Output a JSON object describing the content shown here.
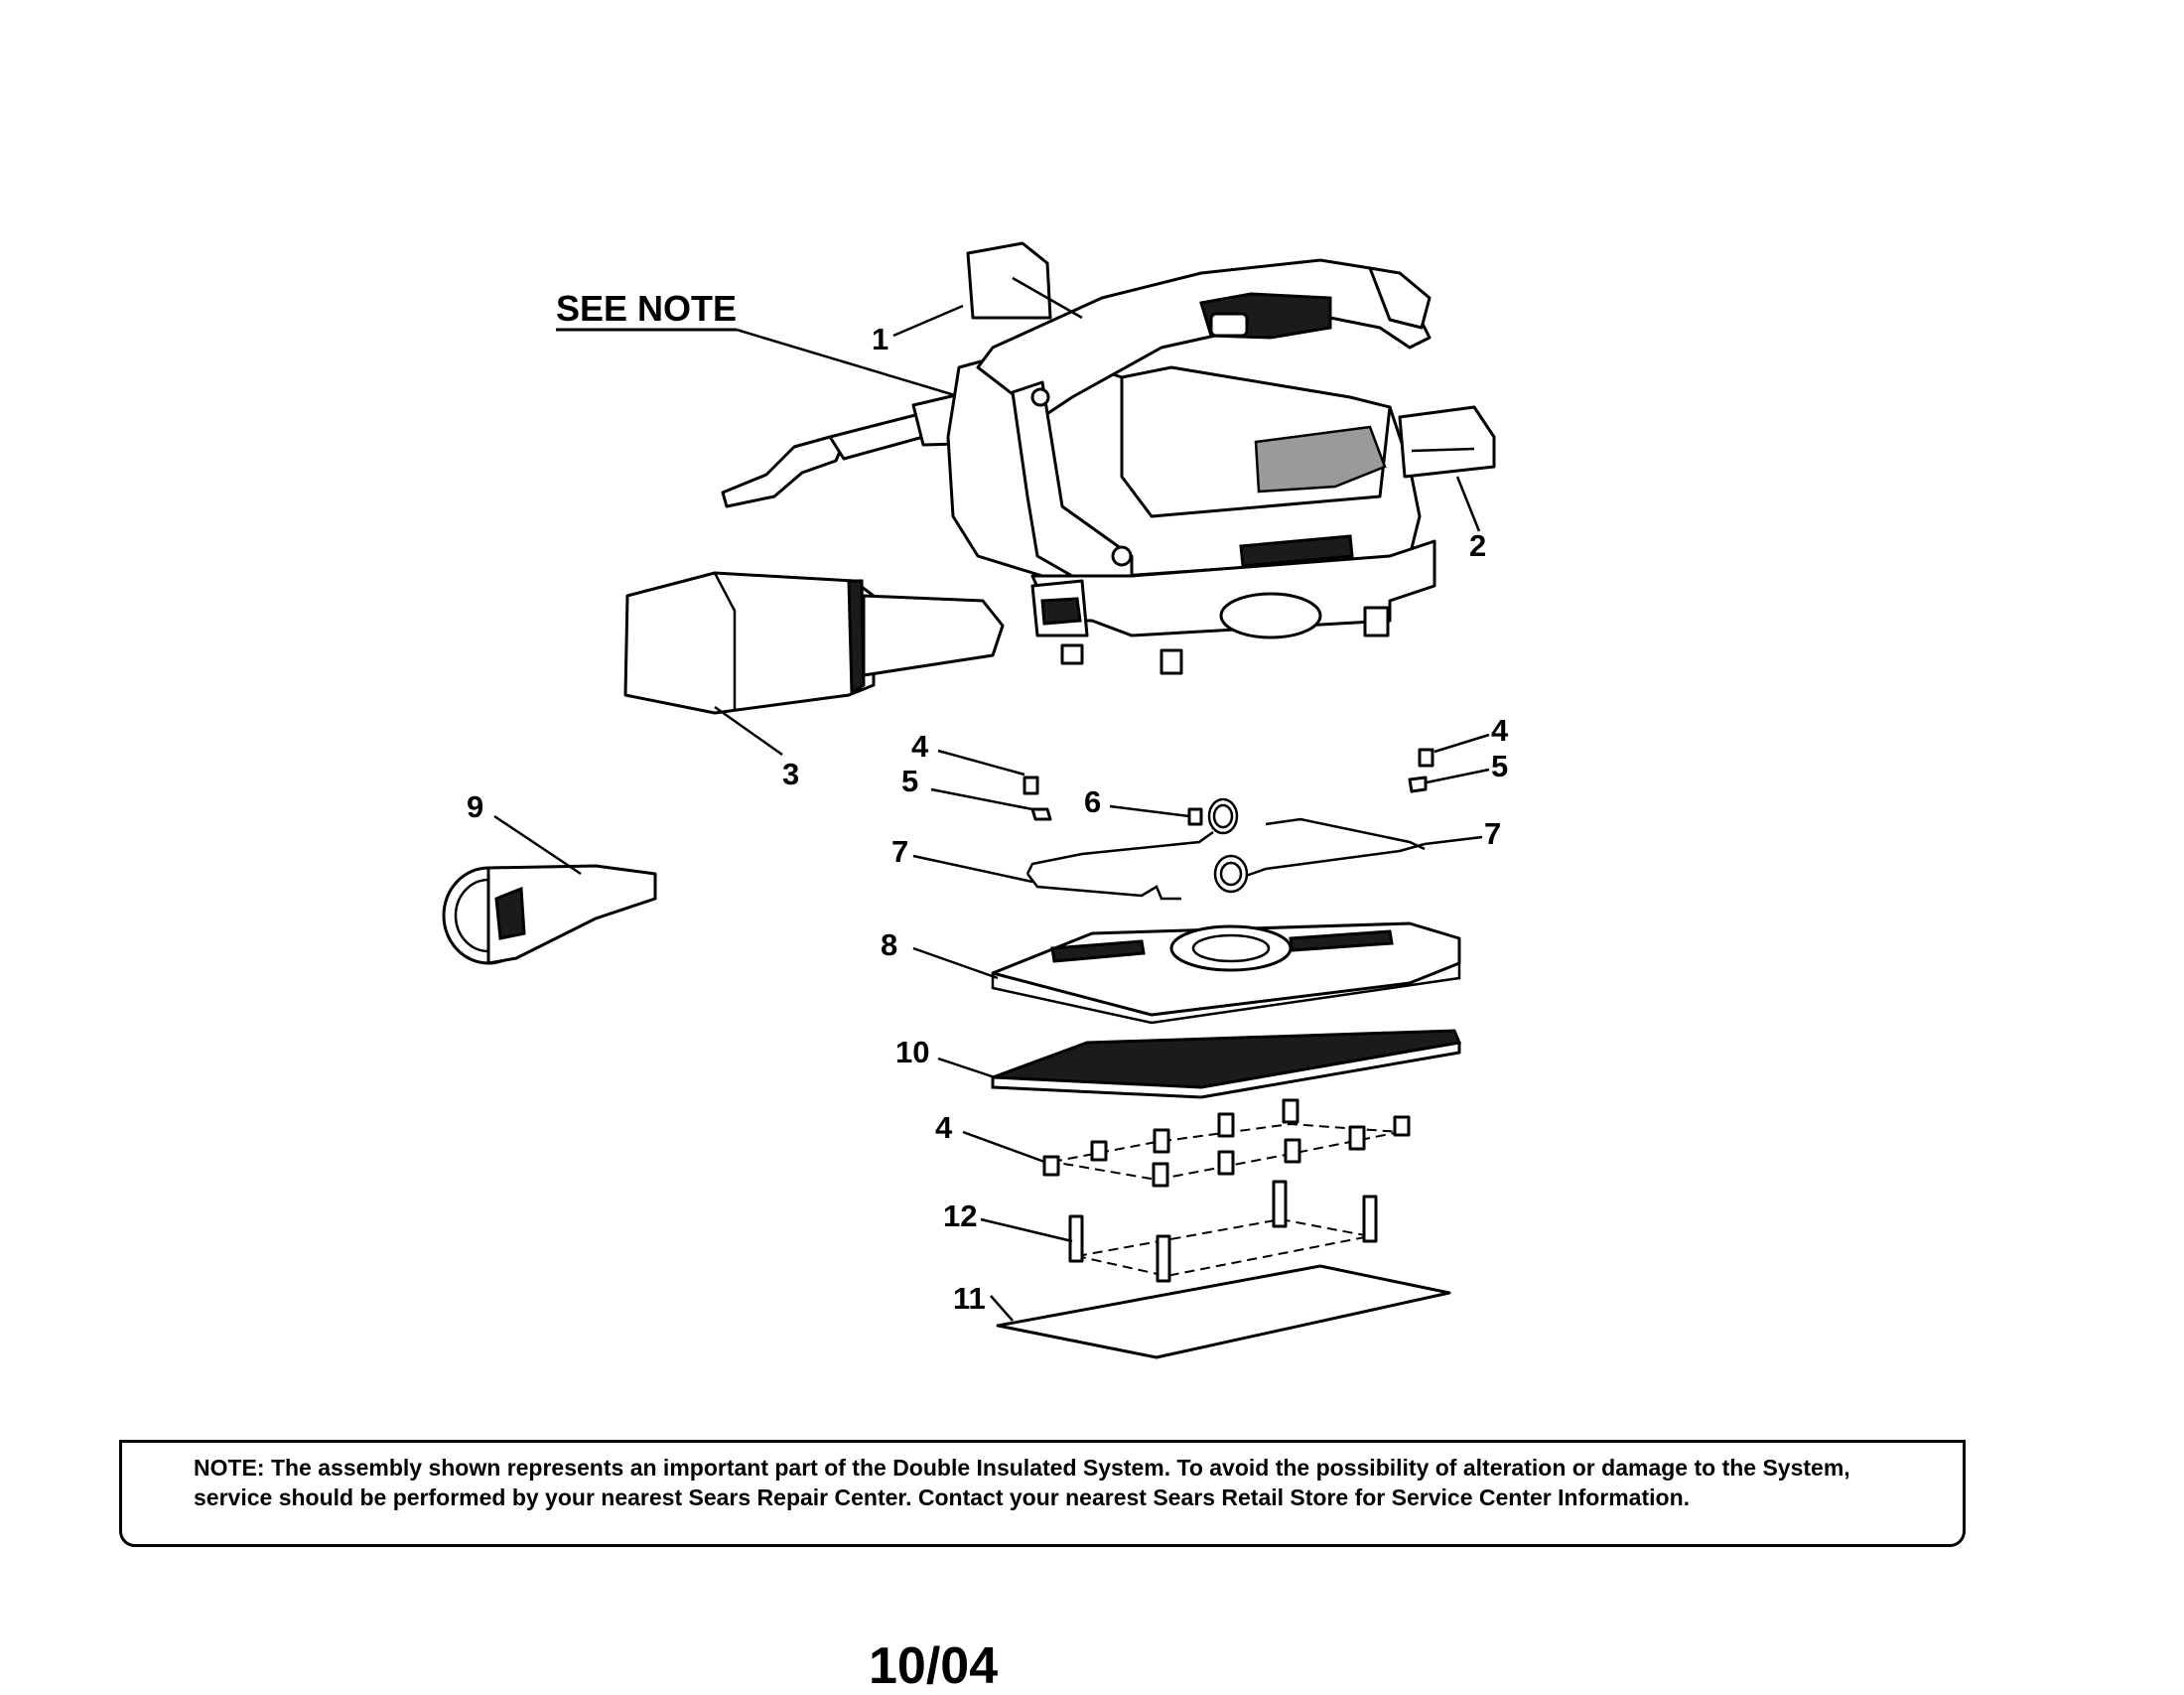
{
  "diagram": {
    "see_note": "SEE NOTE",
    "callouts": {
      "c1": "1",
      "c2": "2",
      "c3": "3",
      "c4a": "4",
      "c4b": "4",
      "c4c": "4",
      "c5a": "5",
      "c5b": "5",
      "c6": "6",
      "c7a": "7",
      "c7b": "7",
      "c8": "8",
      "c9": "9",
      "c10": "10",
      "c11": "11",
      "c12": "12"
    }
  },
  "note": {
    "label": "NOTE:",
    "text": "The assembly shown represents an important part of the Double Insulated System. To avoid the possibility of alteration or damage to the System, service should be performed by your nearest Sears Repair Center. Contact your nearest Sears Retail Store for Service Center Information."
  },
  "footer": {
    "date": "10/04"
  }
}
